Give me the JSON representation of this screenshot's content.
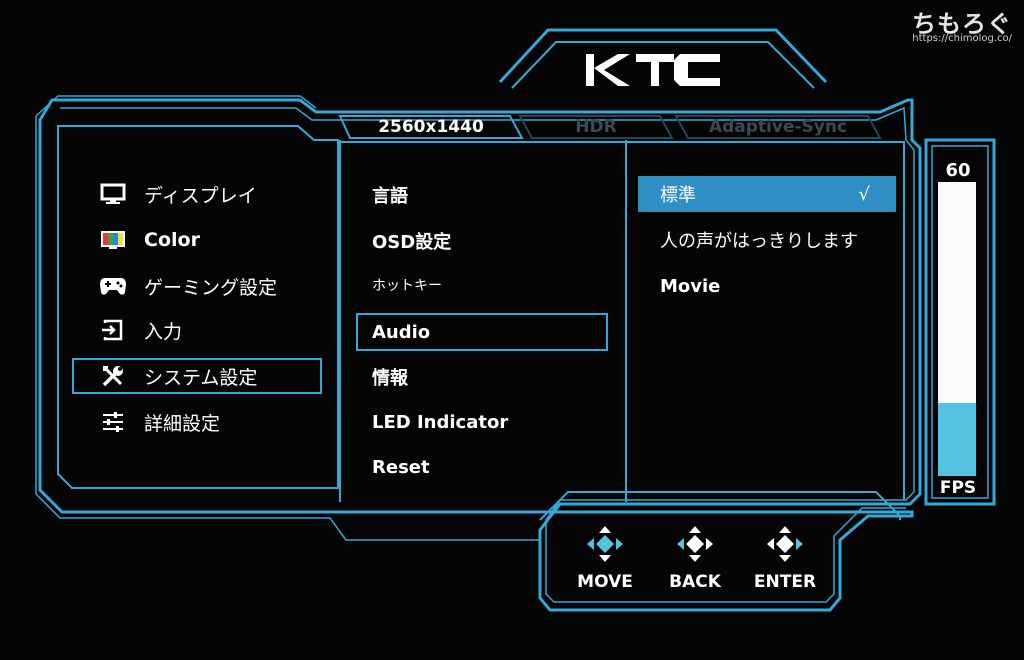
{
  "watermark": {
    "logo": "ちもろぐ",
    "url": "https://chimolog.co/"
  },
  "brand": {
    "logo": "KTC"
  },
  "status_tabs": [
    {
      "label": "2560x1440",
      "active": true
    },
    {
      "label": "HDR",
      "active": false
    },
    {
      "label": "Adaptive-Sync",
      "active": false
    }
  ],
  "sidebar": {
    "items": [
      {
        "label": "ディスプレイ",
        "icon": "monitor-icon"
      },
      {
        "label": "Color",
        "icon": "color-bars-icon"
      },
      {
        "label": "ゲーミング設定",
        "icon": "gamepad-icon"
      },
      {
        "label": "入力",
        "icon": "input-icon"
      },
      {
        "label": "システム設定",
        "icon": "tools-icon",
        "selected": true
      },
      {
        "label": "詳細設定",
        "icon": "sliders-icon"
      }
    ]
  },
  "submenu": {
    "items": [
      {
        "label": "言語"
      },
      {
        "label": "OSD設定"
      },
      {
        "label": "ホットキー"
      },
      {
        "label": "Audio",
        "selected": true
      },
      {
        "label": "情報"
      },
      {
        "label": "LED Indicator"
      },
      {
        "label": "Reset"
      }
    ]
  },
  "options": {
    "items": [
      {
        "label": "標準",
        "checked": true,
        "check_mark": "√"
      },
      {
        "label": "人の声がはっきりします",
        "checked": false
      },
      {
        "label": "Movie",
        "checked": false
      }
    ]
  },
  "fps": {
    "value": "60",
    "label": "FPS",
    "fill_fraction": 0.25
  },
  "controls": [
    {
      "label": "MOVE"
    },
    {
      "label": "BACK"
    },
    {
      "label": "ENTER"
    }
  ],
  "colors": {
    "frame_blue": "#37a7d6",
    "selection_fill": "#2f8fc4",
    "fps_fill": "#55c3e0",
    "inactive_tab": "#3b4a52"
  }
}
